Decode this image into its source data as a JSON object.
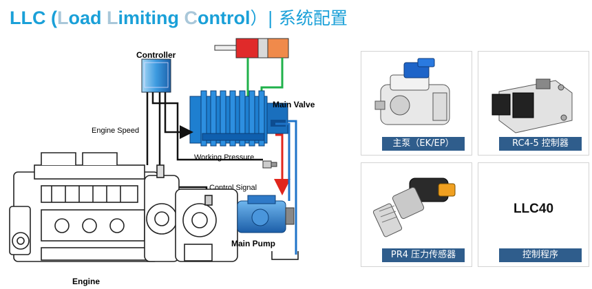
{
  "title": {
    "part1": "LLC (",
    "l1": "L",
    "part2": "oad ",
    "l2": "L",
    "part3": "imiting ",
    "l3": "C",
    "part4": "ontrol",
    "part5": "）| 系统配置"
  },
  "diagram": {
    "controller": "Controller",
    "main_valve": "Main Valve",
    "engine_speed": "Engine Speed",
    "working_pressure": "Working Pressure",
    "control_signal": "Control Signal",
    "main_pump": "Main Pump",
    "engine": "Engine"
  },
  "colors": {
    "title": "#1aa0d8",
    "title_light": "#a9c7d9",
    "caption_bg": "#2f5d8c",
    "valve_blue": "#1e7fd0",
    "line_green": "#1fb14a",
    "line_red": "#e0261c",
    "line_blue": "#1e73c8",
    "cylinder_red": "#e02a2a"
  },
  "cards": [
    {
      "caption": "主泵（EK/EP）",
      "icon": "hydraulic-pump-icon"
    },
    {
      "caption": "RC4-5 控制器",
      "icon": "ecu-controller-icon"
    },
    {
      "caption": "PR4 压力传感器",
      "icon": "pressure-sensor-icon"
    },
    {
      "caption": "控制程序",
      "text": "LLC40"
    }
  ]
}
